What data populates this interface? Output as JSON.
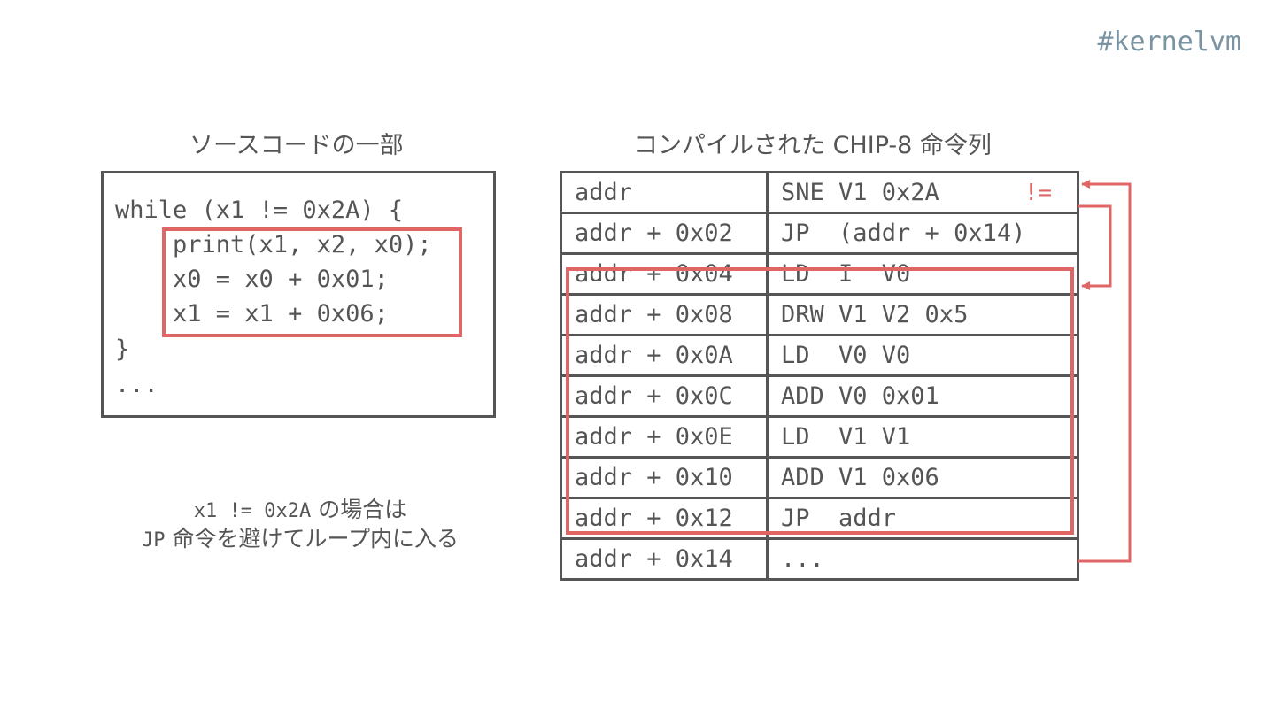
{
  "hashtag": "#kernelvm",
  "source": {
    "title": "ソースコードの一部",
    "lines": [
      "while (x1 != 0x2A) {",
      "    print(x1, x2, x0);",
      "    x0 = x0 + 0x01;",
      "    x1 = x1 + 0x06;",
      "}",
      "..."
    ]
  },
  "note": {
    "line1_code": "x1 != 0x2A",
    "line1_text": " の場合は",
    "line2_code": "JP",
    "line2_text": " 命令を避けてループ内に入る"
  },
  "assembly": {
    "title": "コンパイルされた CHIP-8 命令列",
    "rows": [
      {
        "addr": "addr",
        "instr": "SNE V1 0x2A",
        "annotation": "!="
      },
      {
        "addr": "addr + 0x02",
        "instr": "JP  (addr + 0x14)"
      },
      {
        "addr": "addr + 0x04",
        "instr": "LD  I  V0"
      },
      {
        "addr": "addr + 0x08",
        "instr": "DRW V1 V2 0x5"
      },
      {
        "addr": "addr + 0x0A",
        "instr": "LD  V0 V0"
      },
      {
        "addr": "addr + 0x0C",
        "instr": "ADD V0 0x01"
      },
      {
        "addr": "addr + 0x0E",
        "instr": "LD  V1 V1"
      },
      {
        "addr": "addr + 0x10",
        "instr": "ADD V1 0x06"
      },
      {
        "addr": "addr + 0x12",
        "instr": "JP  addr"
      },
      {
        "addr": "addr + 0x14",
        "instr": "..."
      }
    ]
  },
  "colors": {
    "highlight": "#e06666",
    "border": "#555555",
    "hashtag": "#7a94a3"
  }
}
